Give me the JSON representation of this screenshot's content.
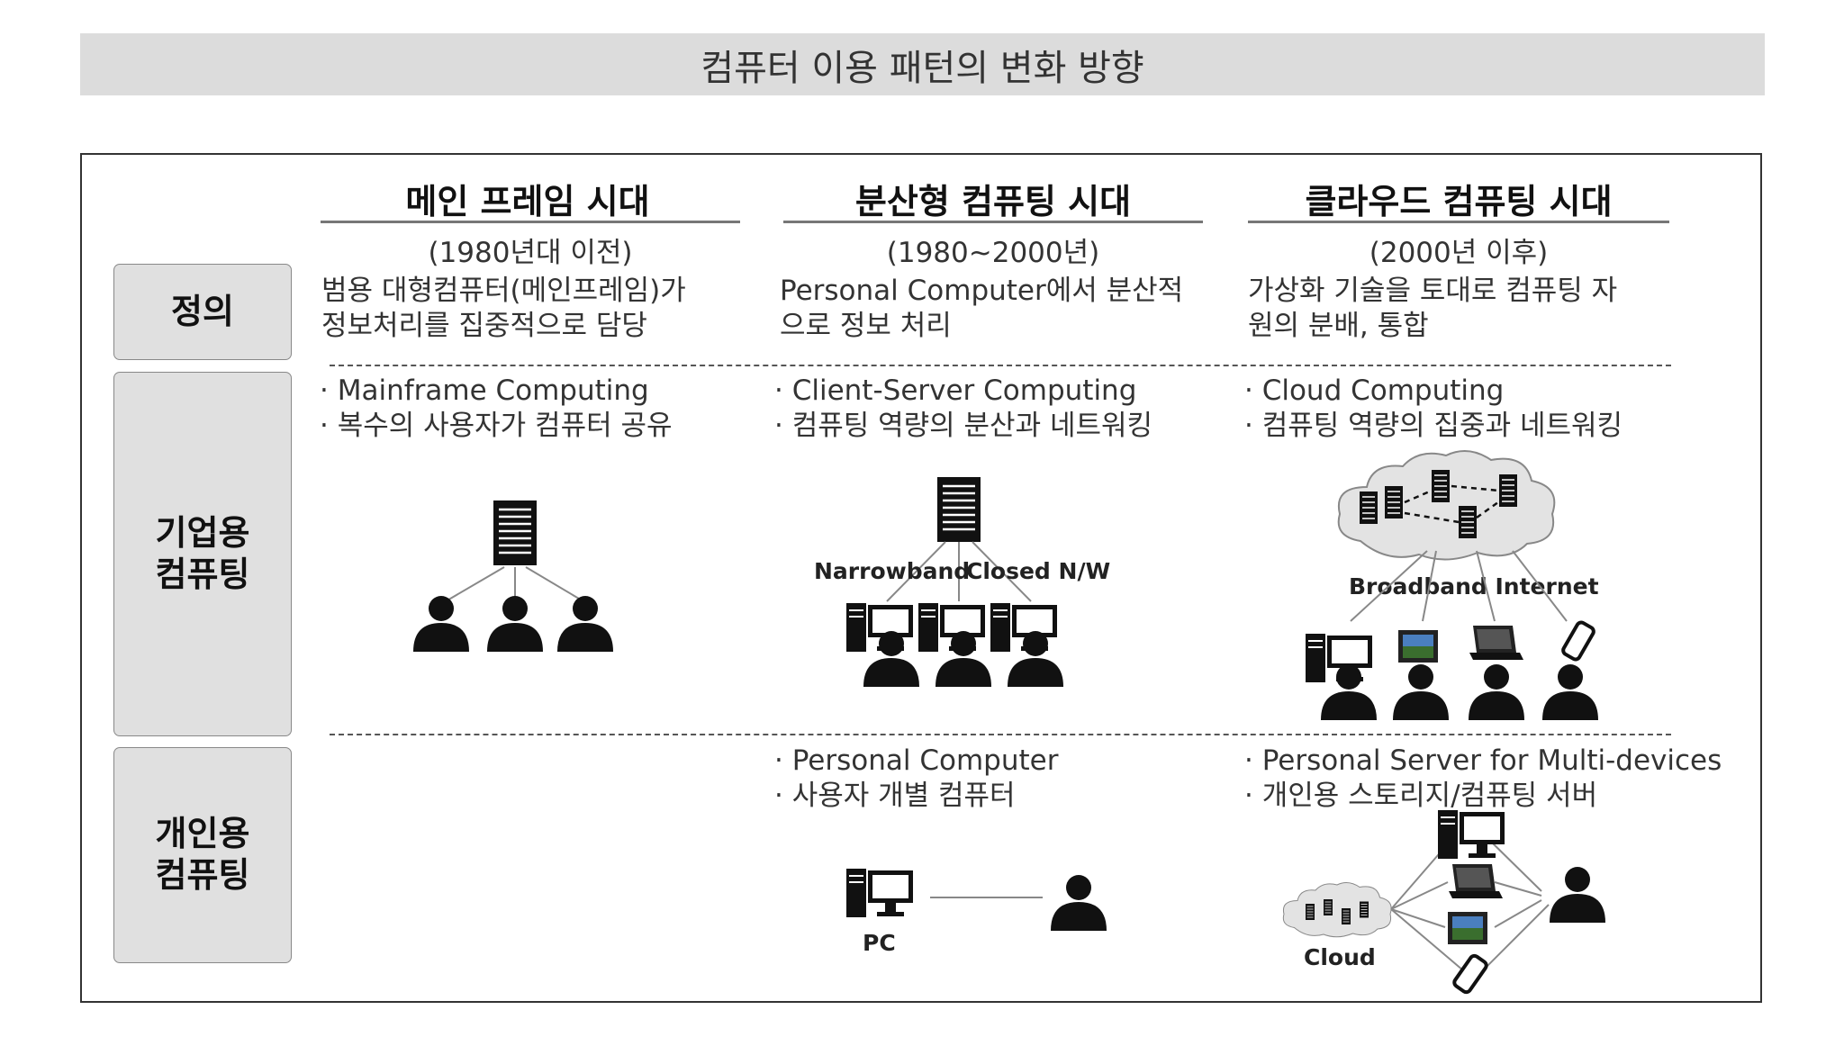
{
  "title": "컴퓨터 이용 패턴의 변화 방향",
  "eras": [
    {
      "name": "메인 프레임 시대",
      "years": "(1980년대 이전)"
    },
    {
      "name": "분산형 컴퓨팅 시대",
      "years": "(1980~2000년)"
    },
    {
      "name": "클라우드 컴퓨팅 시대",
      "years": "(2000년 이후)"
    }
  ],
  "row_labels": {
    "definition": "정의",
    "enterprise": "기업용\n컴퓨팅",
    "personal": "개인용\n컴퓨팅"
  },
  "definitions": [
    [
      "범용 대형컴퓨터(메인프레임)가",
      "정보처리를 집중적으로 담당"
    ],
    [
      "Personal Computer에서 분산적",
      "으로 정보 처리"
    ],
    [
      "가상화 기술을 토대로 컴퓨팅 자",
      "원의 분배, 통합"
    ]
  ],
  "enterprise": [
    [
      "· Mainframe Computing",
      "· 복수의 사용자가 컴퓨터 공유"
    ],
    [
      "· Client-Server Computing",
      "· 컴퓨팅 역량의 분산과 네트워킹"
    ],
    [
      "· Cloud Computing",
      "· 컴퓨팅 역량의 집중과 네트워킹"
    ]
  ],
  "personal": [
    [
      "· Personal Computer",
      "· 사용자 개별 컴퓨터"
    ],
    [
      "· Personal Server for Multi-devices",
      "· 개인용 스토리지/컴퓨팅 서버"
    ]
  ],
  "diagram_labels": {
    "narrowband": "Narrowband",
    "closed_nw": "Closed N/W",
    "broadband_internet": "Broadband Internet",
    "pc": "PC",
    "cloud": "Cloud"
  },
  "colors": {
    "title_bg": "#dcdcdc",
    "label_bg": "#e0e0e0",
    "icon": "#111111"
  }
}
